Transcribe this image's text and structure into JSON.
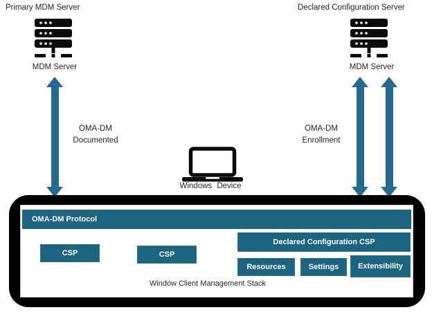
{
  "colors": {
    "teal_box": "#1C6480",
    "teal_arrow": "#26698E",
    "label_text": "#262626",
    "box_text": "#FFFFFF"
  },
  "left_server": {
    "title": "Primary MDM Server",
    "label": "MDM Server"
  },
  "right_server": {
    "title": "Declared Configuration Server",
    "label": "MDM Server"
  },
  "connections": {
    "left_arrow_label_line1": "OMA-DM",
    "left_arrow_label_line2": "Documented",
    "right_arrow_label_line1": "OMA-DM",
    "right_arrow_label_line2": "Enrollment"
  },
  "device": {
    "label": "Windows Device"
  },
  "stack": {
    "protocol_label": "OMA-DM Protocol",
    "csp_boxes": [
      "CSP",
      "CSP"
    ],
    "declared_label": "Declared Configuration CSP",
    "sub_boxes": [
      "Resources",
      "Settings",
      "Extensibility"
    ],
    "footer_label": "Window Client Management Stack"
  }
}
